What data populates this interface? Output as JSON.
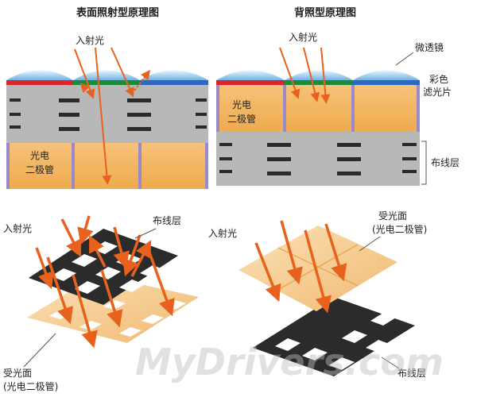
{
  "titles": {
    "front": "表面照射型原理图",
    "back": "背照型原理图"
  },
  "labels": {
    "incident_light": "入射光",
    "microlens": "微透镜",
    "color_filter_line1": "彩色",
    "color_filter_line2": "滤光片",
    "wiring_layer": "布线层",
    "photodiode_line1": "光电",
    "photodiode_line2": "二极管",
    "light_surface_line1": "受光面",
    "light_surface_line2": "(光电二极管)"
  },
  "watermark": "MyDrivers.com",
  "colors": {
    "photodiode": "#f2b35c",
    "wiring": "#b3b3b3",
    "wiring_bars": "#2a2a2a",
    "lens": "#8fc6ea",
    "filter_red": "#d9262c",
    "filter_green": "#1d8a3a",
    "filter_blue": "#2f66c2",
    "separator": "#9a8ac9",
    "arrow": "#e8621d"
  }
}
